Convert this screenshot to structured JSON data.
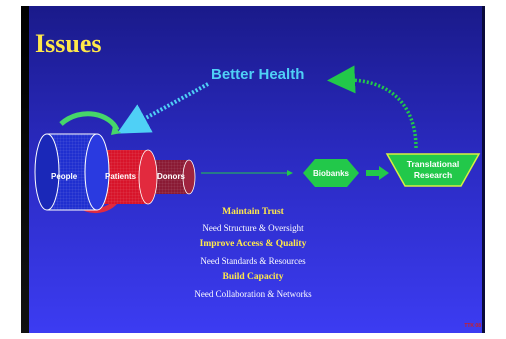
{
  "title": "Issues",
  "better_health": "Better Health",
  "cylinders": [
    "People",
    "Patients",
    "Donors"
  ],
  "biobanks": "Biobanks",
  "translational": [
    "Translational",
    "Research"
  ],
  "items": [
    {
      "heading": "Maintain Trust",
      "detail": "Need Structure & Oversight"
    },
    {
      "heading": "Improve Access & Quality",
      "detail": "Need Standards & Resources"
    },
    {
      "heading": "Build Capacity",
      "detail": "Need Collaboration & Networks"
    }
  ],
  "slide_ref": "TTK 08",
  "colors": {
    "title": "#ffe84a",
    "better_health": "#4fd0f6",
    "green": "#22c84a",
    "people": "#1f2fd0",
    "patients": "#d8142a",
    "donors": "#8a1a34"
  }
}
